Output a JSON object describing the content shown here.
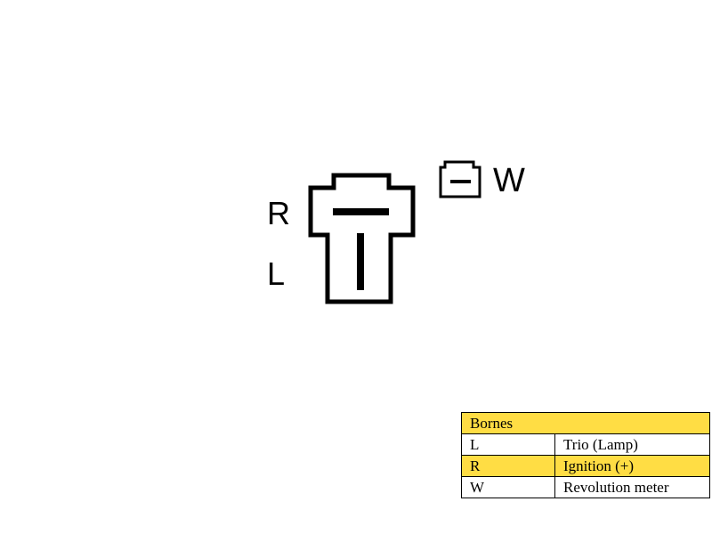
{
  "diagram": {
    "label_r": "R",
    "label_l": "L",
    "label_w": "W"
  },
  "legend": {
    "title": "Bornes",
    "rows": [
      {
        "terminal": "L",
        "description": "Trio (Lamp)"
      },
      {
        "terminal": "R",
        "description": "Ignition (+)"
      },
      {
        "terminal": "W",
        "description": "Revolution meter"
      }
    ]
  },
  "colors": {
    "highlight": "#ffdd44",
    "stroke": "#000000"
  }
}
